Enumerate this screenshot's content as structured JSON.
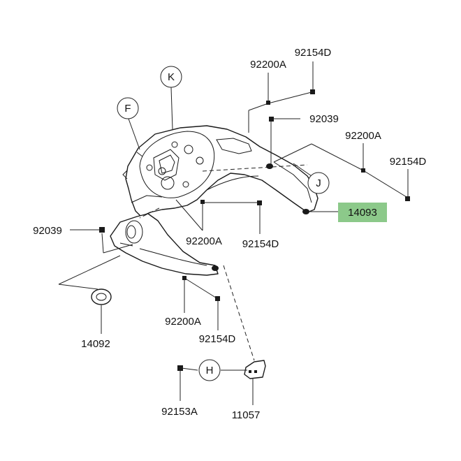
{
  "diagram": {
    "highlight_color": "#8cc98a",
    "line_color": "#222222",
    "labels": {
      "p92154D_top": "92154D",
      "p92200A_top": "92200A",
      "p92039_top": "92039",
      "p92200A_right": "92200A",
      "p92154D_right": "92154D",
      "p14093": "14093",
      "p92039_left": "92039",
      "p92200A_mid": "92200A",
      "p92154D_mid": "92154D",
      "p14092": "14092",
      "p92200A_low": "92200A",
      "p92154D_low": "92154D",
      "p92153A": "92153A",
      "p11057": "11057"
    },
    "refs": {
      "K": "K",
      "F": "F",
      "J": "J",
      "H": "H"
    }
  }
}
